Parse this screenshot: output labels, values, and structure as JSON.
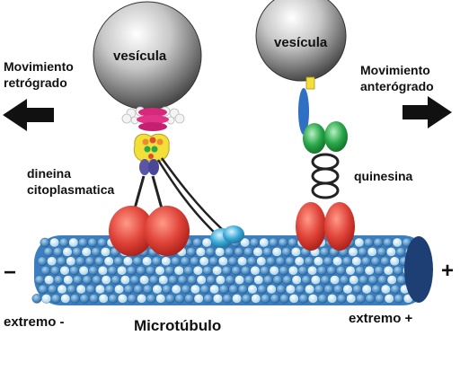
{
  "diagram": {
    "vesicle_left_label": "vesícula",
    "vesicle_right_label": "vesícula",
    "retrograde_label": [
      "Movimiento",
      "retrógrado"
    ],
    "anterograde_label": [
      "Movimiento",
      "anterógrado"
    ],
    "dynein_label": [
      "dineina",
      "citoplasmatica"
    ],
    "kinesin_label": "quinesina",
    "minus_sign": "−",
    "plus_sign": "+",
    "minus_end_label": "extremo -",
    "plus_end_label": "extremo +",
    "microtubule_label": "Microtúbulo",
    "colors": {
      "heavy_chain_red": "#e0443a",
      "kinesin_green": "#2aa84a",
      "dynein_blue_head": "#3aa9d8",
      "adaptor_magenta": "#d6297c",
      "adaptor_yellow": "#f2df3a",
      "kinesin_blue": "#2f6fc4",
      "light_chain_purple": "#5a56a6",
      "tubulin_light": "#bfe1f2",
      "tubulin_dark": "#2f7dc0",
      "vesicle_gray": "#9a9a9a"
    }
  }
}
